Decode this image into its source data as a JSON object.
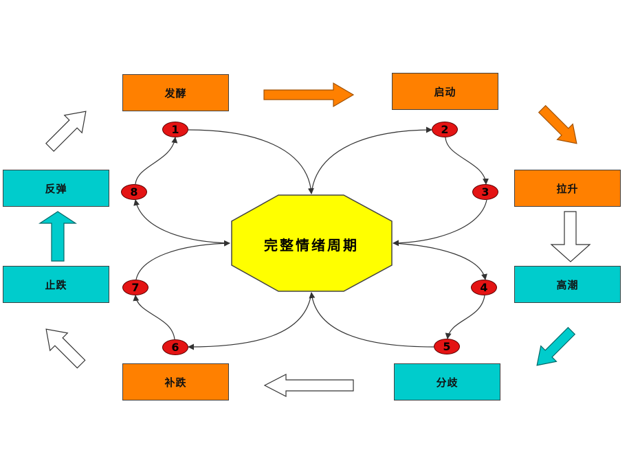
{
  "center": {
    "label": "完整情绪周期"
  },
  "stages": [
    {
      "id": "ferment",
      "label": "发酵",
      "color": "#ff8000"
    },
    {
      "id": "start",
      "label": "启动",
      "color": "#ff8000"
    },
    {
      "id": "rise",
      "label": "拉升",
      "color": "#ff8000"
    },
    {
      "id": "climax",
      "label": "高潮",
      "color": "#00cccc"
    },
    {
      "id": "diverge",
      "label": "分歧",
      "color": "#00cccc"
    },
    {
      "id": "catchdown",
      "label": "补跌",
      "color": "#ff8000"
    },
    {
      "id": "stopfall",
      "label": "止跌",
      "color": "#00cccc"
    },
    {
      "id": "rebound",
      "label": "反弹",
      "color": "#00cccc"
    }
  ],
  "steps": [
    "1",
    "2",
    "3",
    "4",
    "5",
    "6",
    "7",
    "8"
  ],
  "colors": {
    "center_fill": "#ffff00",
    "badge_fill": "#e41414",
    "arrow_orange": "#ff8000",
    "arrow_cyan": "#00cccc"
  }
}
